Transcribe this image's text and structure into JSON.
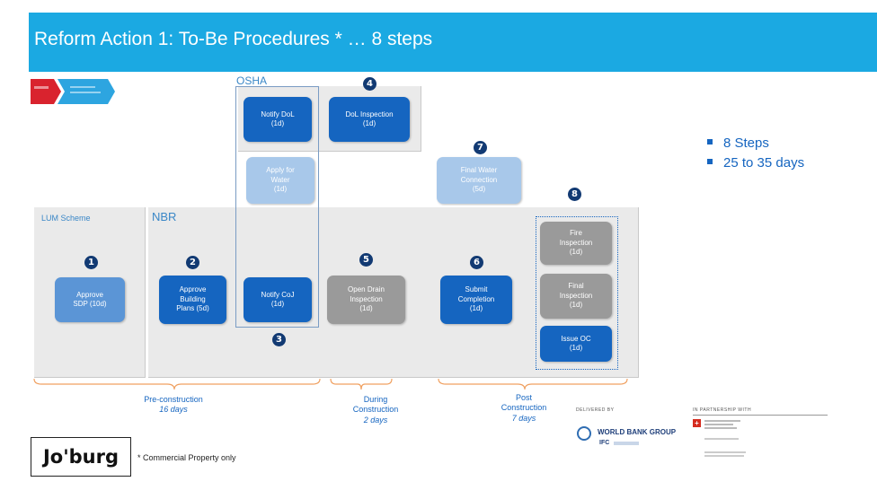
{
  "header": {
    "title": "Reform Action 1: To-Be Procedures * … 8 steps"
  },
  "labels": {
    "osha": "OSHA",
    "lum": "LUM Scheme",
    "nbr": "NBR"
  },
  "steps": [
    {
      "num": "1",
      "label": "Approve\nSDP (10d)"
    },
    {
      "num": "2",
      "label": "Approve\nBuilding\nPlans (5d)"
    },
    {
      "num": "3",
      "label": "Notify CoJ\n(1d)"
    },
    {
      "num": "4",
      "label": "DoL Inspection\n(1d)"
    },
    {
      "num": "5",
      "label": "Open Drain\nInspection\n(1d)"
    },
    {
      "num": "6",
      "label": "Submit\nCompletion\n(1d)"
    },
    {
      "num": "7",
      "label": "Final Water\nConnection\n(5d)"
    },
    {
      "num": "8",
      "label": "Issue OC\n(1d)"
    }
  ],
  "extra_steps": {
    "notify_dol": "Notify DoL\n(1d)",
    "apply_water": "Apply for\nWater\n(1d)",
    "fire_inspection": "Fire\nInspection\n(1d)",
    "final_inspection": "Final\nInspection\n(1d)"
  },
  "summary": [
    "8 Steps",
    "25 to 35 days"
  ],
  "phases": {
    "pre_title": "Pre-construction",
    "pre_days": "16 days",
    "during_title": "During\nConstruction",
    "during_days": "2 days",
    "post_title": "Post\nConstruction",
    "post_days": "7 days"
  },
  "footer": {
    "logo_text": "Jo'burg",
    "note": "* Commercial Property only",
    "delivered_by": "DELIVERED BY",
    "wbg": "WORLD BANK GROUP",
    "ifc": "IFC",
    "partnership": "IN PARTNERSHIP WITH"
  },
  "colors": {
    "header": "#1ba9e2",
    "step_dark": "#1565c0",
    "step_light": "#a8c8ea",
    "step_grey": "#9a9a9a",
    "panel": "#eaeaea"
  }
}
